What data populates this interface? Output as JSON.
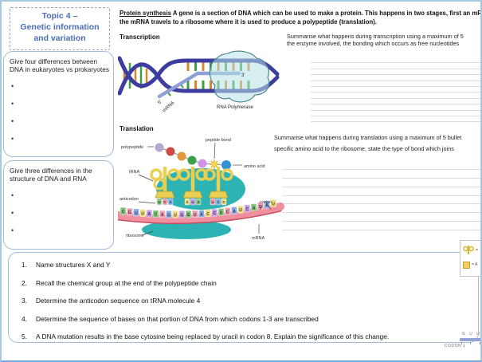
{
  "topic_box": {
    "line1": "Topic 4 –",
    "line2": "Genetic information",
    "line3": "and variation"
  },
  "left_panel": {
    "box1": {
      "prompt": "Give four differences between DNA in eukaryotes vs prokaryotes",
      "bullet_count": 4
    },
    "box2": {
      "prompt": "Give three differences in the structure of DNA and RNA",
      "bullet_count": 3
    }
  },
  "header": {
    "lead": "Protein synthesis",
    "line1_rest": " A gene is a section of DNA which can be used to make a protein. This happens in two stages, first an mRNA copy is made",
    "line2": "the mRNA travels to a ribosome where it is used to produce a polypeptide (translation)."
  },
  "transcription": {
    "heading": "Transcription",
    "summary_line1": "Summarise what happens during transcription using a maximum of 5",
    "summary_line2": "the enzyme involved, the bonding which occurs as free nucleotides",
    "answer_line_count": 11,
    "diagram": {
      "five_prime": "5'",
      "mrna_label": "mRNA",
      "three_prime": "3'",
      "enzyme_label": "RNA Polymerase"
    }
  },
  "translation": {
    "heading": "Translation",
    "summary_line1": "Summarise what happens during translation using a maximum of 5 bullet",
    "summary_line2": "specific amino acid to the ribosome, state the type of bond which joins",
    "answer_line_count": 8,
    "diagram": {
      "labels": {
        "polypeptide": "polypeptide",
        "peptide_bond": "peptide bond",
        "amino_acid": "amino acid",
        "trna": "tRNA",
        "anticodon": "anticodon",
        "codon": "codon",
        "ribosome": "ribosome",
        "mrna": "mRNA"
      },
      "mrna_tiles": [
        "C",
        "G",
        "U",
        "U",
        "A",
        "C",
        "A",
        "G",
        "U",
        "G",
        "G",
        "U",
        "A",
        "C",
        "C",
        "U",
        "C",
        "A",
        "U",
        "C",
        "A",
        "G",
        "A",
        "U"
      ],
      "anticodons": [
        [
          "U",
          "C",
          "A"
        ],
        [
          "A",
          "U",
          "A"
        ],
        [
          "U",
          "C",
          "C"
        ]
      ],
      "chain_colors": [
        "#b5a8cf",
        "#cf4a42",
        "#e8963c",
        "#3ca04a",
        "#cf93e8"
      ]
    }
  },
  "questions": [
    "Name structures X and Y",
    "Recall the chemical group at the end of the polypeptide chain",
    "Determine the anticodon sequence on tRNA molecule 4",
    "Determine the sequence of bases on that portion of DNA from which codons 1-3 are transcribed",
    "A DNA mutation results in the base cytosine being replaced by uracil in codon 8. Explain the significance of this change."
  ],
  "fragments": {
    "legend": {
      "row1_text": "=",
      "row2_text": "= A"
    },
    "codon": {
      "letters": "G U U",
      "label": "CODON 1"
    }
  },
  "colors": {
    "accent_blue": "#4a6fb5",
    "box_border": "#a3bed8",
    "dna_strand": "#3d3da0",
    "base_orange": "#d7882a",
    "base_green": "#3f9e3f",
    "mrna_strand": "#8f9fd8",
    "polymerase_fill": "#b7e2e5",
    "ribosome_teal": "#2db3b3",
    "trna_yellow": "#e9cf52",
    "mrna_ribbon": "#ef8fa0",
    "star_yellow": "#f5d84a",
    "amino_blue": "#2f93d8",
    "tile_palette": [
      "#7ec97e",
      "#f29ab0",
      "#86aee8",
      "#f2dd7a",
      "#c79be8"
    ]
  }
}
